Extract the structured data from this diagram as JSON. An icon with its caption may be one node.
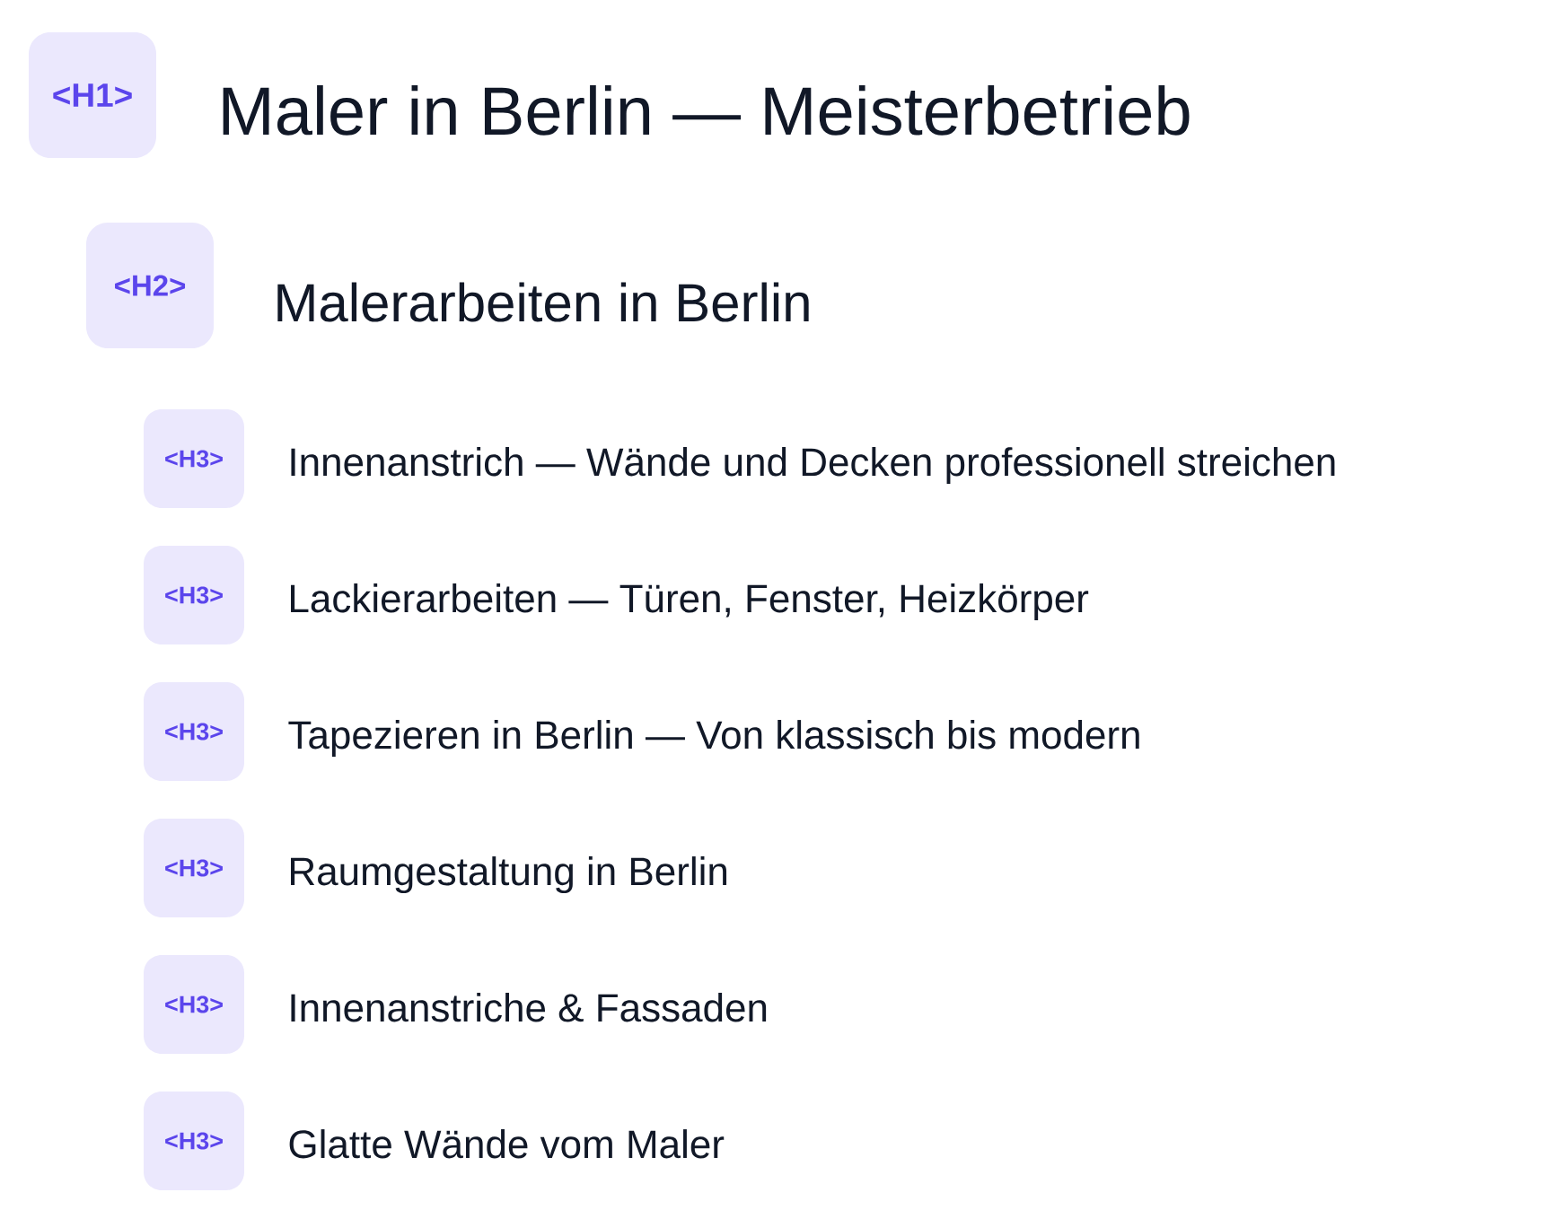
{
  "diagram": {
    "nodes": [
      {
        "text": [
          "<H1>"
        ],
        "beside": [
          "Maler in Berlin — Meisterbetrieb"
        ]
      },
      {
        "text": [
          "<H2>"
        ],
        "beside": [
          "Malerarbeiten in Berlin"
        ]
      },
      {
        "text": [
          "<H3>"
        ],
        "beside": [
          "Innenanstrich — Wände und Decken professionell streichen"
        ]
      },
      {
        "text": [
          "<H3>"
        ],
        "beside": [
          "Lackierarbeiten — Türen, Fenster, Heizkörper"
        ]
      },
      {
        "text": [
          "<H3>"
        ],
        "beside": [
          "Tapezieren in Berlin — Von klassisch bis modern"
        ]
      },
      {
        "text": [
          "<H3>"
        ],
        "beside": [
          "Raumgestaltung in Berlin"
        ]
      },
      {
        "text": [
          "<H3>"
        ],
        "beside": [
          "Innenanstriche & Fassaden"
        ]
      },
      {
        "text": [
          "<H3>"
        ],
        "beside": [
          "Glatte Wände vom Maler"
        ]
      }
    ]
  }
}
